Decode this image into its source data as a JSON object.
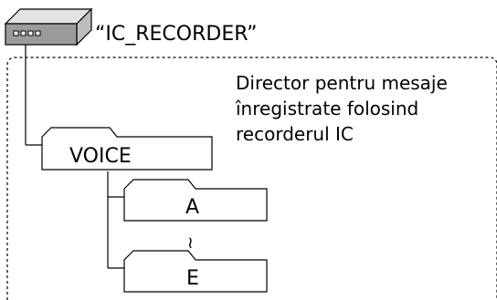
{
  "device": {
    "label": "“IC_RECORDER”"
  },
  "note": {
    "lines": [
      "Director pentru mesaje",
      "înregistrate folosind",
      "recorderul IC"
    ]
  },
  "folders": {
    "voice": "VOICE",
    "first": "A",
    "last": "E",
    "range_symbol": "≀"
  }
}
